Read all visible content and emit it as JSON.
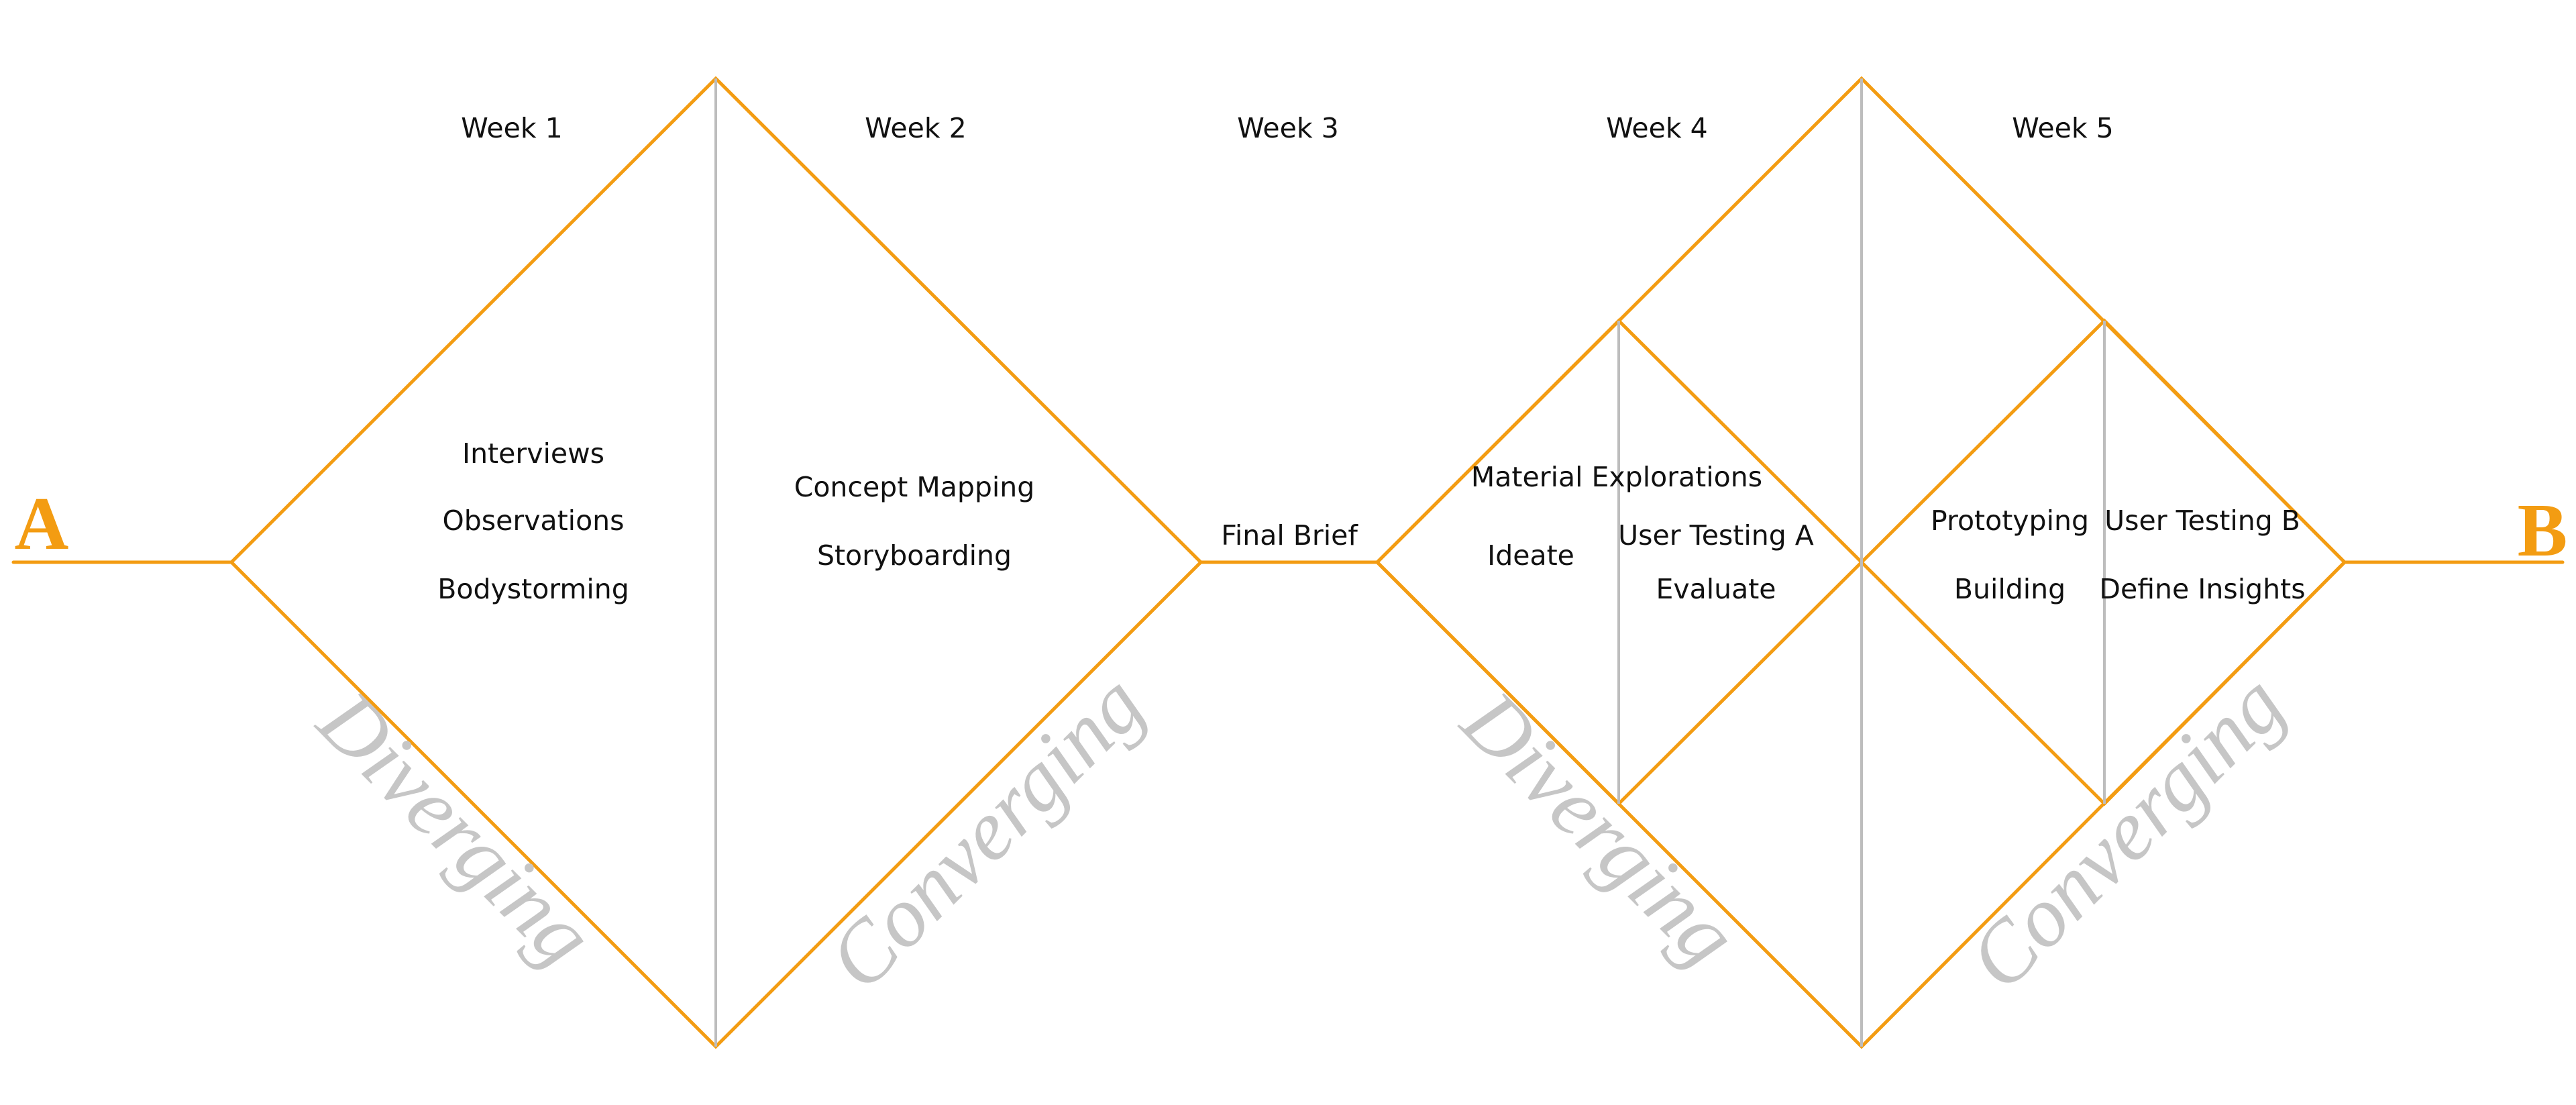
{
  "colors": {
    "accent": "#F39C12",
    "divider": "#BDBDBD",
    "phase_text": "#C6C6C6",
    "text": "#111111"
  },
  "endpoints": {
    "start": "A",
    "end": "B"
  },
  "weeks": [
    "Week 1",
    "Week 2",
    "Week 3",
    "Week 4",
    "Week 5"
  ],
  "phases": {
    "diverging_1": "Diverging",
    "converging_1": "Converging",
    "diverging_2": "Diverging",
    "converging_2": "Converging"
  },
  "activities": {
    "week1": [
      "Interviews",
      "Observations",
      "Bodystorming"
    ],
    "week2": [
      "Concept Mapping",
      "Storyboarding"
    ],
    "week3": [
      "Final Brief"
    ],
    "week4_left": [
      "Material Explorations",
      "Ideate"
    ],
    "week4_right": [
      "User Testing A",
      "Evaluate"
    ],
    "week5_left": [
      "Prototyping",
      "Building"
    ],
    "week5_right": [
      "User Testing B",
      "Define Insights"
    ]
  }
}
